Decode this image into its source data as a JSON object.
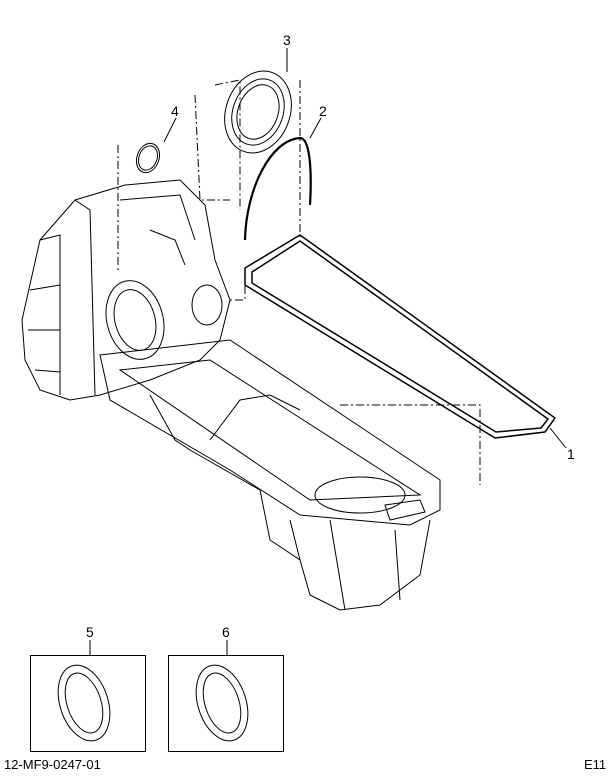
{
  "callouts": {
    "c1": "1",
    "c2": "2",
    "c3": "3",
    "c4": "4",
    "c5": "5",
    "c6": "6"
  },
  "footer": {
    "illustration_id": "12-MF9-0247-01",
    "page_code": "E11"
  },
  "colors": {
    "line": "#000000",
    "background": "#ffffff"
  }
}
